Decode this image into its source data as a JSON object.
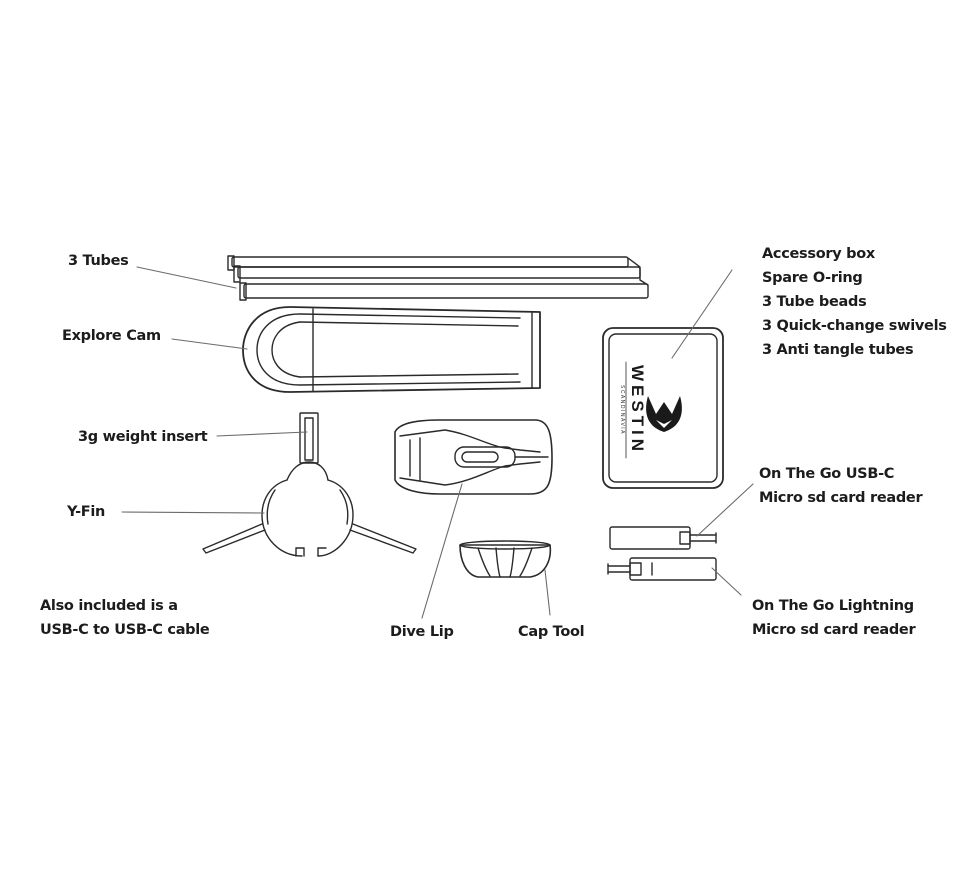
{
  "labels": {
    "tubes": "3 Tubes",
    "explore_cam": "Explore Cam",
    "weight_insert": "3g weight insert",
    "y_fin": "Y-Fin",
    "also_included": [
      "Also included is a",
      "USB-C to USB-C cable"
    ],
    "dive_lip": "Dive Lip",
    "cap_tool": "Cap Tool",
    "accessory_box": [
      "Accessory box",
      "Spare O-ring",
      "3 Tube beads",
      "3 Quick-change swivels",
      "3 Anti tangle tubes"
    ],
    "usb_c_reader": [
      "On The Go USB-C",
      "Micro sd card reader"
    ],
    "lightning_reader": [
      "On The Go Lightning",
      "Micro sd card reader"
    ]
  },
  "box_logo": {
    "brand": "WESTIN",
    "sub": "SCANDINAVIA"
  },
  "colors": {
    "line": "#2a2a2a",
    "leader": "#6b6b6b",
    "text": "#1c1c1c"
  }
}
